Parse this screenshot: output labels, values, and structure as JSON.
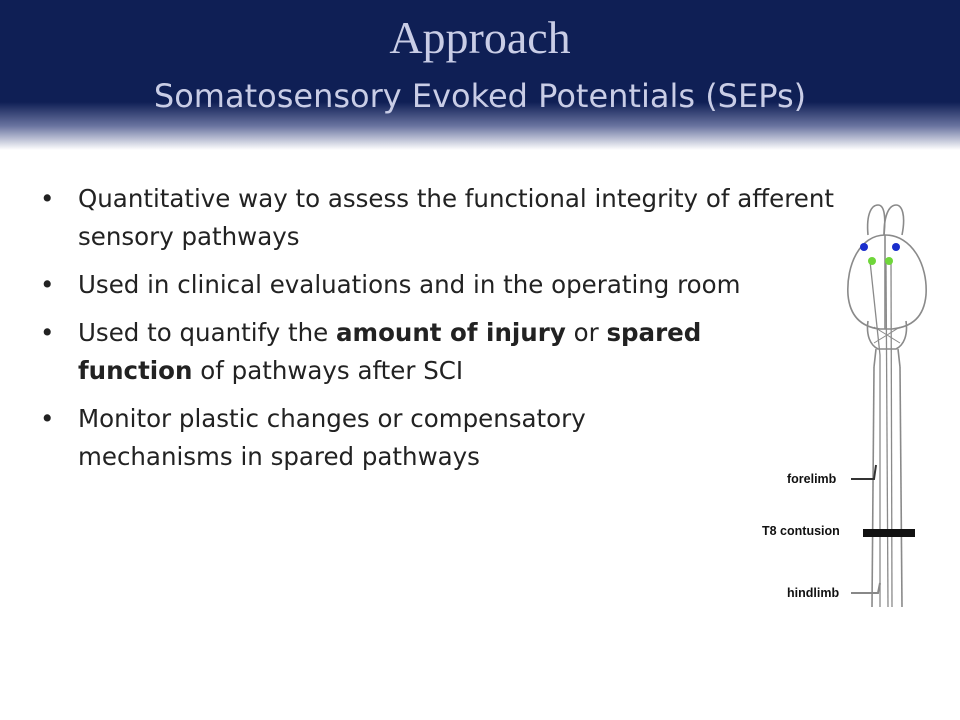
{
  "slide": {
    "title": "Approach",
    "subtitle": "Somatosensory Evoked Potentials (SEPs)"
  },
  "bullets": [
    {
      "text": "Quantitative way to assess the functional integrity of afferent sensory pathways"
    },
    {
      "text": "Used in clinical evaluations and in the operating room"
    },
    {
      "pre": "Used to quantify the ",
      "bold1": "amount of injury",
      "mid": " or ",
      "bold2": "spared function",
      "post": " of pathways after SCI"
    },
    {
      "text": "Monitor plastic changes or compensatory mechanisms in spared pathways"
    }
  ],
  "diagram": {
    "labels": {
      "forelimb": "forelimb",
      "contusion": "T8 contusion",
      "hindlimb": "hindlimb"
    },
    "colors": {
      "electrode_blue": "#1a2ecc",
      "electrode_green": "#6fd63a",
      "outline": "#8a8a8a",
      "lesion": "#111111"
    }
  }
}
